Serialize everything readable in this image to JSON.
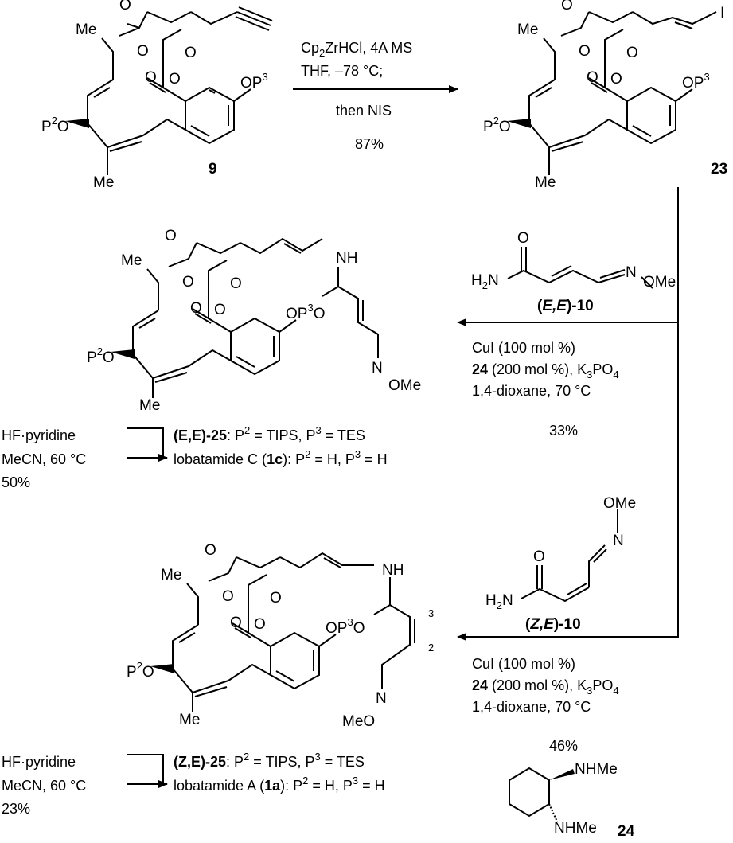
{
  "compound_9": {
    "label": "9"
  },
  "compound_23": {
    "label": "23"
  },
  "compound_24": {
    "label": "24"
  },
  "atoms": {
    "me": "Me",
    "o": "O",
    "p": "P",
    "two": "2",
    "three": "3",
    "nh": "NH",
    "n": "N",
    "h2n": "H",
    "ome": "OMe",
    "meo": "MeO",
    "nhme": "NHMe",
    "i": "I"
  },
  "step1": {
    "reagent1": "Cp",
    "reagent1_sub": "2",
    "reagent1_rest": "ZrHCl, 4A MS",
    "reagent2": "THF, –78 °C;",
    "reagent3": "then NIS",
    "yield": "87%"
  },
  "oxime_EE": {
    "label_open": "(",
    "label_stereo": "E,E",
    "label_close": ")-10"
  },
  "oxime_ZE": {
    "label_open": "(",
    "label_stereo": "Z,E",
    "label_close": ")-10"
  },
  "step2": {
    "line1": "CuI (100 mol %)",
    "line2_bold": "24",
    "line2_rest": " (200 mol %), K",
    "line2_sub": "3",
    "line2_tail": "PO",
    "line2_sub2": "4",
    "line3": "1,4-dioxane, 70 °C",
    "yield": "33%"
  },
  "step3": {
    "line1": "CuI (100 mol %)",
    "line2_bold": "24",
    "line2_rest": " (200 mol %), K",
    "line2_sub": "3",
    "line2_tail": "PO",
    "line2_sub2": "4",
    "line3": "1,4-dioxane, 70 °C",
    "yield": "46%"
  },
  "deprot1": {
    "reagent1": "HF·pyridine",
    "reagent2": "MeCN, 60 °C",
    "yield": "50%",
    "prod_a_bold": "(E,E)-25",
    "prod_a_rest": ": P",
    "prod_a_mid": " = TIPS, P",
    "prod_a_tail": " = TES",
    "prod_b_pre": "lobatamide C (",
    "prod_b_bold": "1c",
    "prod_b_post": "): P",
    "prod_b_mid": " = H, P",
    "prod_b_tail": " = H"
  },
  "deprot2": {
    "reagent1": "HF·pyridine",
    "reagent2": "MeCN, 60 °C",
    "yield": "23%",
    "prod_a_bold": "(Z,E)-25",
    "prod_a_rest": ":  P",
    "prod_a_mid": " = TIPS, P",
    "prod_a_tail": " = TES",
    "prod_b_pre": "lobatamide A (",
    "prod_b_bold": "1a",
    "prod_b_post": "): P",
    "prod_b_mid": " = H, P",
    "prod_b_tail": " = H"
  },
  "positions": {
    "c2": "2",
    "c3": "3"
  }
}
